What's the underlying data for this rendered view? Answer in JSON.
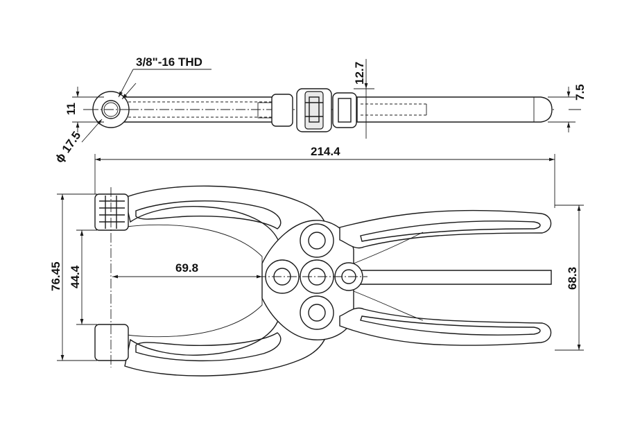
{
  "dimensions": {
    "thread": "3/8\"-16 THD",
    "eye_height": "11",
    "eye_diameter": "ϕ 17.5",
    "bar_height": "12.7",
    "tip_height": "7.5",
    "overall_length": "214.4",
    "outer_height": "76.45",
    "inner_height": "44.4",
    "throat_depth": "69.8",
    "handle_height": "68.3"
  }
}
